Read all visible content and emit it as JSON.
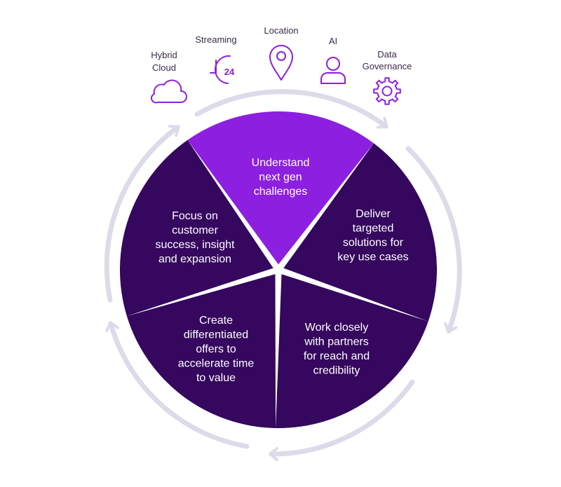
{
  "colors": {
    "accent": "#8c1fe0",
    "dark": "#35075e",
    "ring": "#dcdbe9",
    "icon": "#8c1fe0"
  },
  "icons": [
    {
      "id": "hybrid-cloud",
      "icon": "cloud-icon",
      "lines": [
        "Hybrid",
        "Cloud"
      ]
    },
    {
      "id": "streaming",
      "icon": "clock-24-icon",
      "lines": [
        "Streaming"
      ],
      "badge": "24"
    },
    {
      "id": "location",
      "icon": "map-pin-icon",
      "lines": [
        "Location"
      ]
    },
    {
      "id": "ai",
      "icon": "person-icon",
      "lines": [
        "AI"
      ]
    },
    {
      "id": "data-governance",
      "icon": "gear-icon",
      "lines": [
        "Data",
        "Governance"
      ]
    }
  ],
  "segments": [
    {
      "id": "understand",
      "highlight": true,
      "lines": [
        "Understand",
        "next gen",
        "challenges"
      ]
    },
    {
      "id": "deliver",
      "highlight": false,
      "lines": [
        "Deliver",
        "targeted",
        "solutions for",
        "key use cases"
      ]
    },
    {
      "id": "partners",
      "highlight": false,
      "lines": [
        "Work closely",
        "with partners",
        "for reach and",
        "credibility"
      ]
    },
    {
      "id": "offers",
      "highlight": false,
      "lines": [
        "Create",
        "differentiated",
        "offers to",
        "accelerate time",
        "to value"
      ]
    },
    {
      "id": "success",
      "highlight": false,
      "lines": [
        "Focus on",
        "customer",
        "success, insight",
        "and expansion"
      ]
    }
  ]
}
